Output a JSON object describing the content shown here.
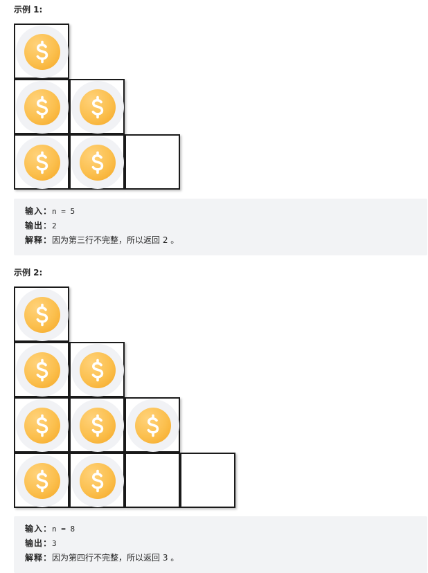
{
  "examples": [
    {
      "title": "示例 1:",
      "rows": [
        [
          1
        ],
        [
          1,
          1
        ],
        [
          1,
          1,
          0
        ]
      ],
      "input_label": "输入：",
      "input_value": "n = 5",
      "output_label": "输出：",
      "output_value": "2",
      "explain_label": "解释：",
      "explain_text": "因为第三行不完整，所以返回 2 。"
    },
    {
      "title": "示例 2:",
      "rows": [
        [
          1
        ],
        [
          1,
          1
        ],
        [
          1,
          1,
          1
        ],
        [
          1,
          1,
          0,
          0
        ]
      ],
      "input_label": "输入：",
      "input_value": "n = 8",
      "output_label": "输出：",
      "output_value": "3",
      "explain_label": "解释：",
      "explain_text": "因为第四行不完整，所以返回 3 。"
    }
  ],
  "icons": {
    "coin": "dollar-coin-icon"
  },
  "colors": {
    "coin_light": "#ffd27a",
    "coin_dark": "#f5a623",
    "coin_bg": "#f1f2f5",
    "cell_border": "#1a1a1a",
    "code_bg": "#f2f3f5"
  }
}
